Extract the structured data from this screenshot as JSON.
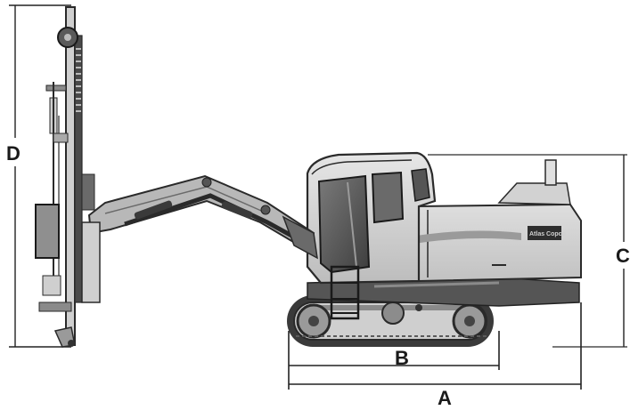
{
  "dimensions": {
    "a": "A",
    "b": "B",
    "c": "C",
    "d": "D"
  },
  "cab_logo": "Atlas Copco",
  "colors": {
    "ink": "#222222",
    "body_light": "#d8d8d8",
    "body_mid": "#a9a9a9",
    "body_dark": "#4a4a4a",
    "track": "#3a3a3a"
  }
}
